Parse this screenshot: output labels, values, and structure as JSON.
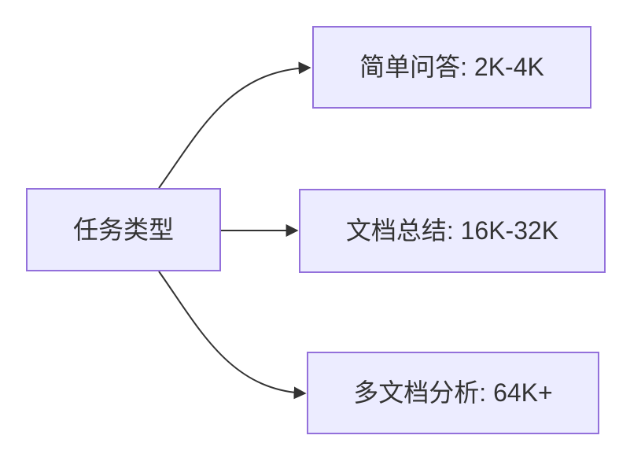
{
  "diagram": {
    "type": "flowchart",
    "direction": "LR",
    "nodes": [
      {
        "id": "root",
        "label": "任务类型"
      },
      {
        "id": "qa",
        "label": "简单问答: 2K-4K"
      },
      {
        "id": "summary",
        "label": "文档总结: 16K-32K"
      },
      {
        "id": "multidoc",
        "label": "多文档分析: 64K+"
      }
    ],
    "edges": [
      {
        "from": "任务类型",
        "to": "简单问答: 2K-4K"
      },
      {
        "from": "任务类型",
        "to": "文档总结: 16K-32K"
      },
      {
        "from": "任务类型",
        "to": "多文档分析: 64K+"
      }
    ],
    "colors": {
      "node_fill": "#ECECFF",
      "node_border": "#9370DB",
      "edge_line": "#333333",
      "text": "#333333",
      "background": "#FFFFFF"
    }
  }
}
